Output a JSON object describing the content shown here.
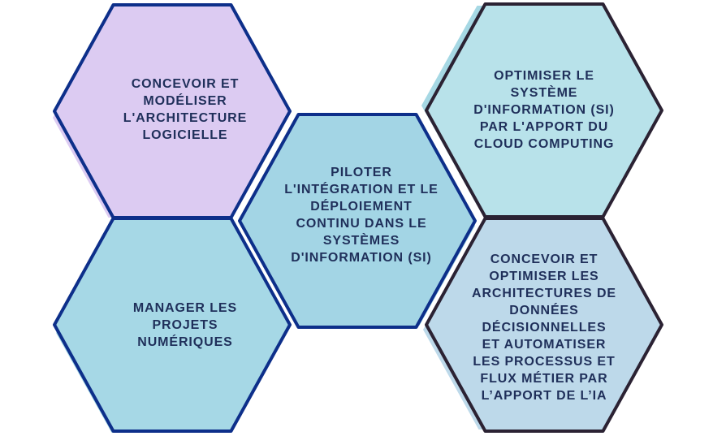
{
  "hexagons": [
    {
      "id": "concevoir-architecture-logicielle",
      "label": "CONCEVOIR ET\nMODÉLISER\nL'ARCHITECTURE\nLOGICIELLE",
      "fill": "#dccbf2",
      "shadow": "#dccbf2",
      "border": "#0d2f8a"
    },
    {
      "id": "piloter-integration",
      "label": "PILOTER\nL'INTÉGRATION ET LE\nDÉPLOIEMENT\nCONTINU DANS LE\nSYSTÈMES\nD'INFORMATION (SI)",
      "fill": "#a3d5e5",
      "shadow": "#a3d5e5",
      "border": "#0d2f8a"
    },
    {
      "id": "optimiser-cloud",
      "label": "OPTIMISER LE\nSYSTÈME\nD'INFORMATION (SI)\nPAR L'APPORT DU\nCLOUD COMPUTING",
      "fill": "#b8e2ea",
      "shadow": "#a6d8e4",
      "border": "#2b2233"
    },
    {
      "id": "manager-projets",
      "label": "MANAGER LES\nPROJETS\nNUMÉRIQUES",
      "fill": "#a6d8e6",
      "shadow": "#a6d8e6",
      "border": "#0d2f8a"
    },
    {
      "id": "architectures-donnees",
      "label": "CONCEVOIR ET\nOPTIMISER LES\nARCHITECTURES DE\nDONNÉES\nDÉCISIONNELLES\nET AUTOMATISER\nLES PROCESSUS ET\nFLUX MÉTIER PAR\nL’APPORT DE L’IA",
      "fill": "#bdd9ea",
      "shadow": "#bdd9ea",
      "border": "#2b2233"
    }
  ]
}
